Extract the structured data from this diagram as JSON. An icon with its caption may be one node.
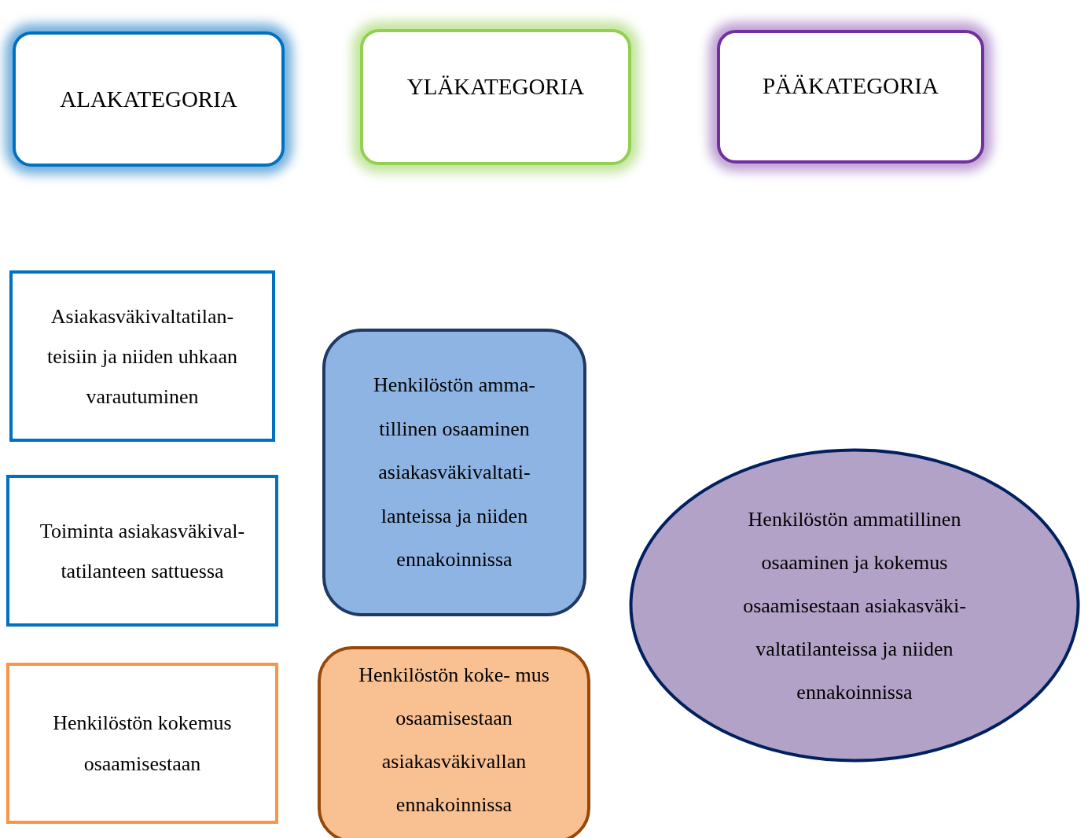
{
  "diagram": {
    "nodes": [
      {
        "text": [
          "ALAKATEGORIA"
        ]
      },
      {
        "text": [
          "YLÄKATEGORIA"
        ]
      },
      {
        "text": [
          "PÄÄKATEGORIA"
        ]
      },
      {
        "text": [
          "Asiakasväkivaltatilan- teisiin ja niiden uhkaan varautuminen"
        ]
      },
      {
        "text": [
          "Toiminta asiakasväkival- tatilanteen sattuessa"
        ]
      },
      {
        "text": [
          "Henkilöstön kokemus osaamisestaan"
        ]
      },
      {
        "text": [
          "Henkilöstön amma- tillinen osaaminen asiakasväkivaltati- lanteissa ja niiden ennakoinnissa"
        ]
      },
      {
        "text": [
          "Henkilöstön koke- mus osaamisestaan asiakasväkivallan ennakoinnissa"
        ]
      },
      {
        "text": [
          "Henkilöstön ammatillinen osaaminen ja kokemus osaamisestaan asiakasväki- valtatilanteissa ja niiden ennakoinnissa"
        ]
      }
    ]
  }
}
